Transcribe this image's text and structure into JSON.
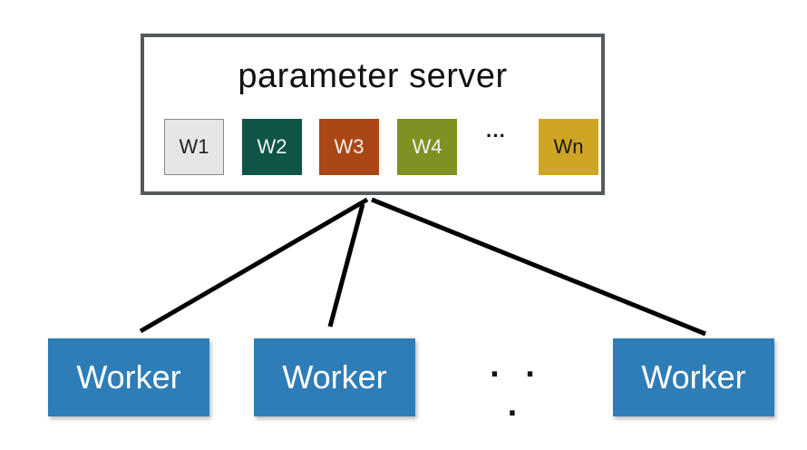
{
  "server": {
    "title": "parameter server",
    "weights": [
      {
        "label": "W1",
        "color": "#e6e6e6"
      },
      {
        "label": "W2",
        "color": "#0f5547"
      },
      {
        "label": "W3",
        "color": "#aa4714"
      },
      {
        "label": "W4",
        "color": "#7e9122"
      },
      {
        "label": "···"
      },
      {
        "label": "Wn",
        "color": "#cda523"
      }
    ]
  },
  "workers": [
    {
      "label": "Worker"
    },
    {
      "label": "Worker"
    },
    {
      "label": "· · ·"
    },
    {
      "label": "Worker"
    }
  ],
  "colors": {
    "server_border": "#555a5e",
    "worker_fill": "#2f7db6",
    "connector": "#000000"
  }
}
